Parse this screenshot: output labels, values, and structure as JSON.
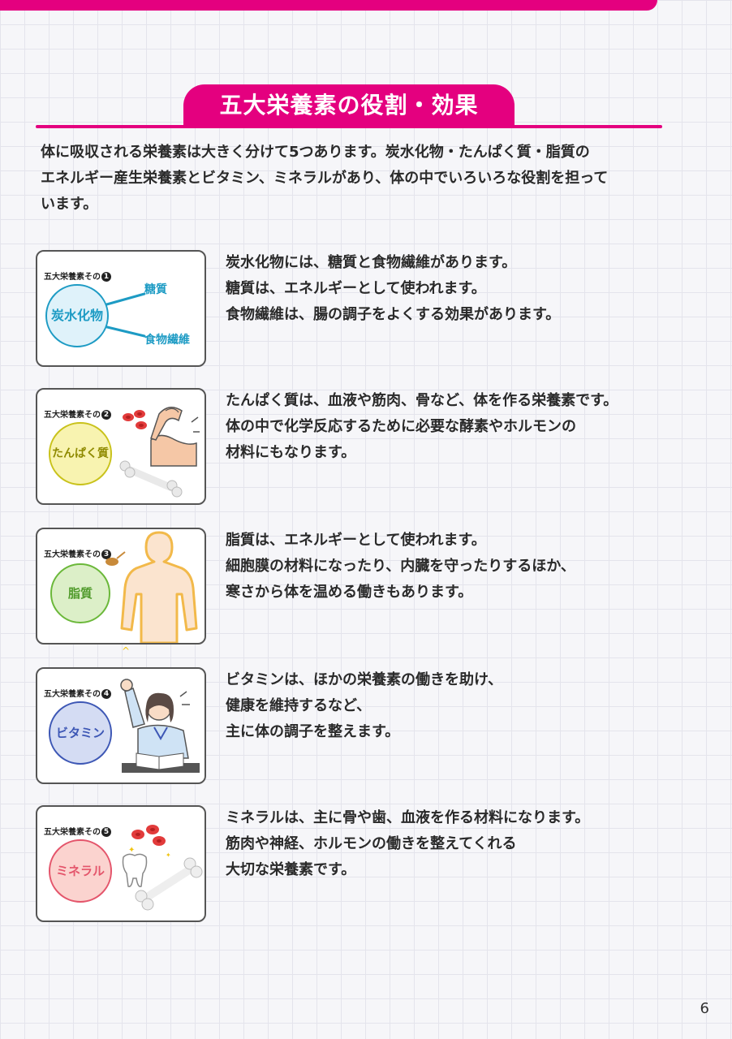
{
  "page": {
    "title": "五大栄養素の役割・効果",
    "intro_lines": [
      "体に吸収される栄養素は大きく分けて5つあります。炭水化物・たんぱく質・脂質の",
      "エネルギー産生栄養素とビタミン、ミネラルがあり、体の中でいろいろな役割を担って",
      "います。"
    ],
    "page_number": "6"
  },
  "nutrients": [
    {
      "label": "五大栄養素その",
      "number": "1",
      "name": "炭水化物",
      "branches": [
        "糖質",
        "食物繊維"
      ],
      "color": "#1d9bc4",
      "fill": "#dff2fa",
      "lines": [
        "炭水化物には、糖質と食物繊維があります。",
        "糖質は、エネルギーとして使われます。",
        "食物繊維は、腸の調子をよくする効果があります。"
      ]
    },
    {
      "label": "五大栄養素その",
      "number": "2",
      "name": "たんぱく質",
      "color": "#8f8a00",
      "fill": "#f8f3b0",
      "lines": [
        "たんぱく質は、血液や筋肉、骨など、体を作る栄養素です。",
        "体の中で化学反応するために必要な酵素やホルモンの",
        "材料にもなります。"
      ]
    },
    {
      "label": "五大栄養素その",
      "number": "3",
      "name": "脂質",
      "color": "#4f9a2a",
      "fill": "#dcefc8",
      "lines": [
        "脂質は、エネルギーとして使われます。",
        "細胞膜の材料になったり、内臓を守ったりするほか、",
        "寒さから体を温める働きもあります。"
      ]
    },
    {
      "label": "五大栄養素その",
      "number": "4",
      "name": "ビタミン",
      "color": "#3d57b5",
      "fill": "#d4dcf3",
      "lines": [
        "ビタミンは、ほかの栄養素の働きを助け、",
        "健康を維持するなど、",
        "主に体の調子を整えます。"
      ]
    },
    {
      "label": "五大栄養素その",
      "number": "5",
      "name": "ミネラル",
      "color": "#e4556b",
      "fill": "#fbd3cf",
      "lines": [
        "ミネラルは、主に骨や歯、血液を作る材料になります。",
        "筋肉や神経、ホルモンの働きを整えてくれる",
        "大切な栄養素です。"
      ]
    }
  ],
  "colors": {
    "accent": "#e4007f",
    "grid": "#e4e4ec"
  }
}
